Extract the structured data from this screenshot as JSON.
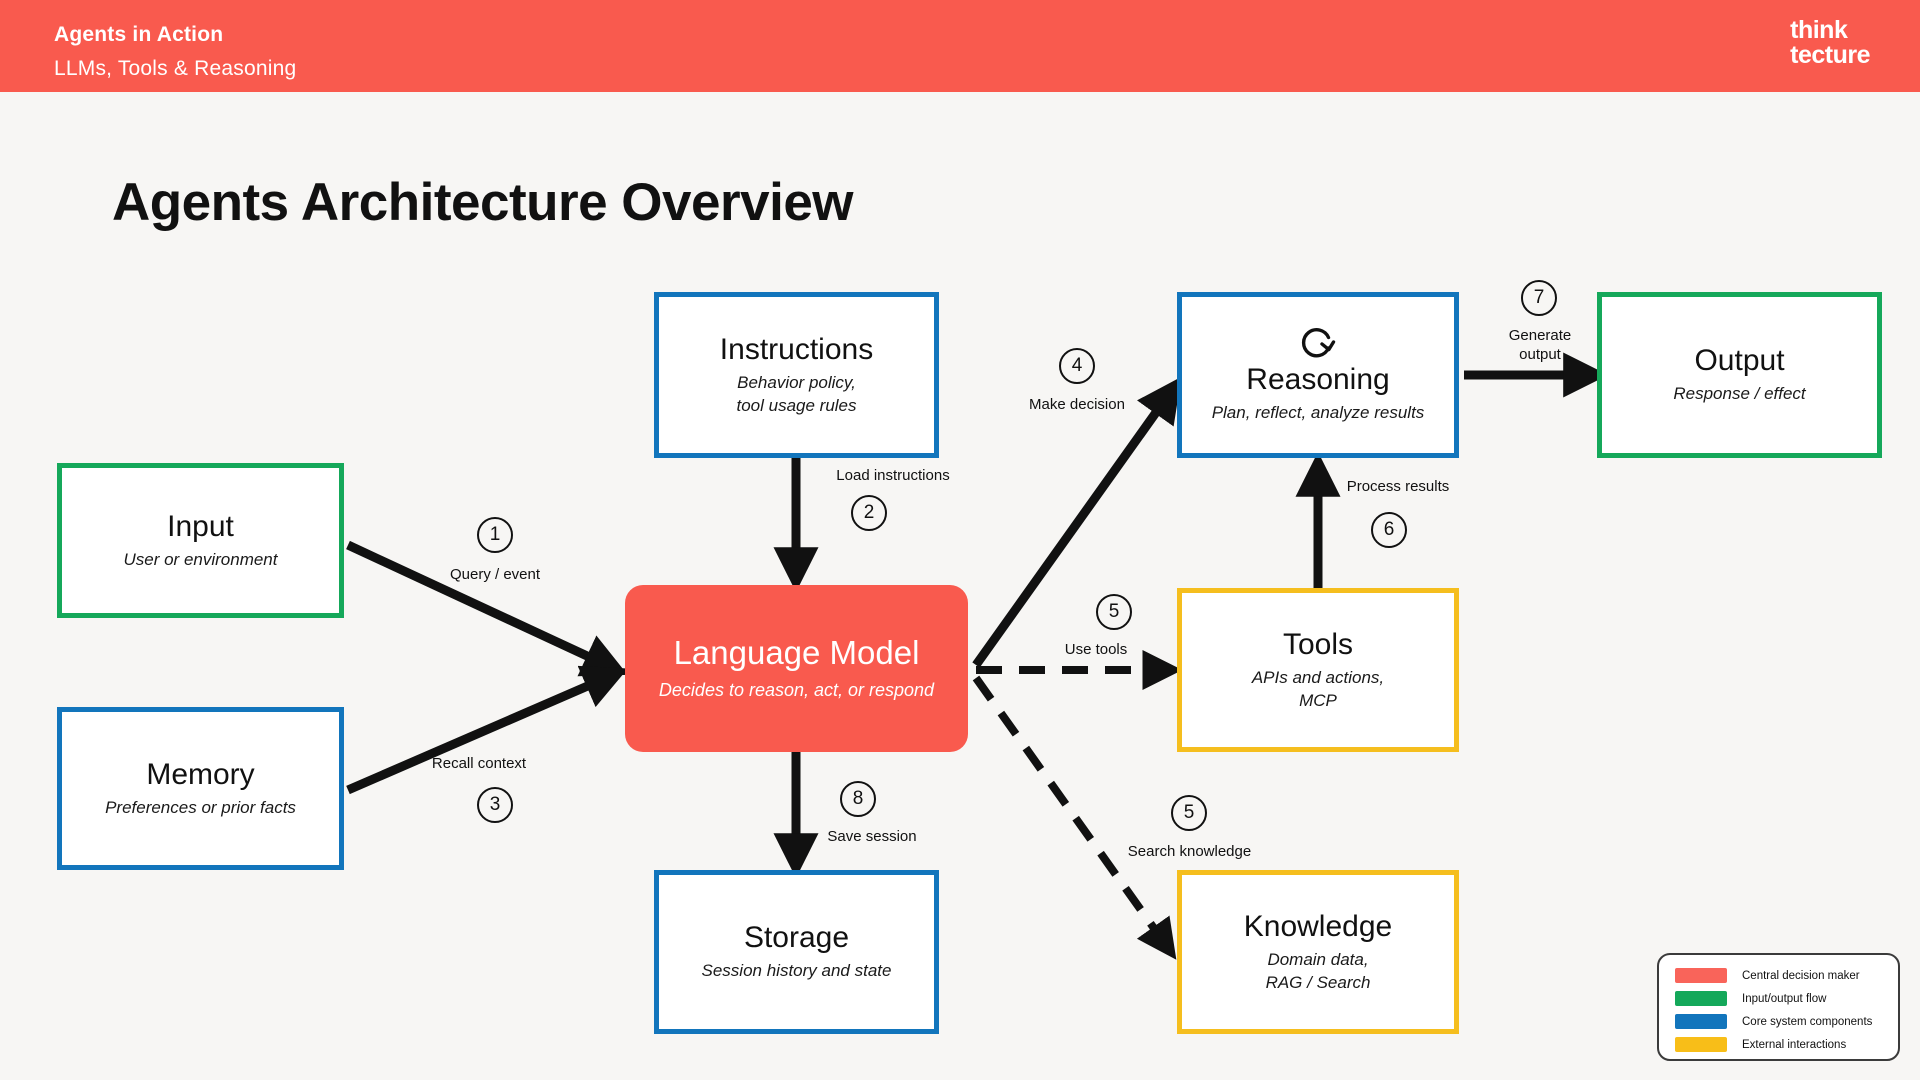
{
  "header": {
    "title": "Agents in Action",
    "subtitle": "LLMs, Tools & Reasoning",
    "logo_line1": "think",
    "logo_line2": "tecture",
    "background_color": "#F95A4E"
  },
  "page": {
    "title": "Agents Architecture Overview",
    "background_color": "#F7F6F4"
  },
  "nodes": {
    "input": {
      "title": "Input",
      "subtitle": "User or environment",
      "color": "#15A85A"
    },
    "memory": {
      "title": "Memory",
      "subtitle": "Preferences or prior facts",
      "color": "#1275BC"
    },
    "instructions": {
      "title": "Instructions",
      "subtitle_line1": "Behavior policy,",
      "subtitle_line2": "tool usage rules",
      "color": "#1275BC"
    },
    "llm": {
      "title": "Language Model",
      "subtitle": "Decides to reason, act, or respond",
      "color": "#F95A4E"
    },
    "storage": {
      "title": "Storage",
      "subtitle": "Session history and state",
      "color": "#1275BC"
    },
    "reasoning": {
      "title": "Reasoning",
      "subtitle": "Plan, reflect, analyze results",
      "color": "#1275BC",
      "icon": "loop-icon"
    },
    "tools": {
      "title": "Tools",
      "subtitle_line1": "APIs and actions,",
      "subtitle_line2": "MCP",
      "color": "#F5BE1E"
    },
    "knowledge": {
      "title": "Knowledge",
      "subtitle_line1": "Domain data,",
      "subtitle_line2": "RAG / Search",
      "color": "#F5BE1E"
    },
    "output": {
      "title": "Output",
      "subtitle": "Response / effect",
      "color": "#15A85A"
    }
  },
  "steps": [
    {
      "number": "1",
      "label": "Query / event"
    },
    {
      "number": "2",
      "label": "Load instructions"
    },
    {
      "number": "3",
      "label": "Recall context"
    },
    {
      "number": "4",
      "label": "Make decision"
    },
    {
      "number": "5",
      "label": "Use tools"
    },
    {
      "number": "5",
      "label": "Search knowledge"
    },
    {
      "number": "6",
      "label": "Process results"
    },
    {
      "number": "7",
      "label": "Generate\noutput"
    },
    {
      "number": "8",
      "label": "Save session"
    }
  ],
  "legend": {
    "items": [
      {
        "label": "Central decision maker",
        "color": "#F9645A"
      },
      {
        "label": "Input/output flow",
        "color": "#14A85A"
      },
      {
        "label": "Core system components",
        "color": "#1275BC"
      },
      {
        "label": "External interactions",
        "color": "#F8BE18"
      }
    ]
  }
}
